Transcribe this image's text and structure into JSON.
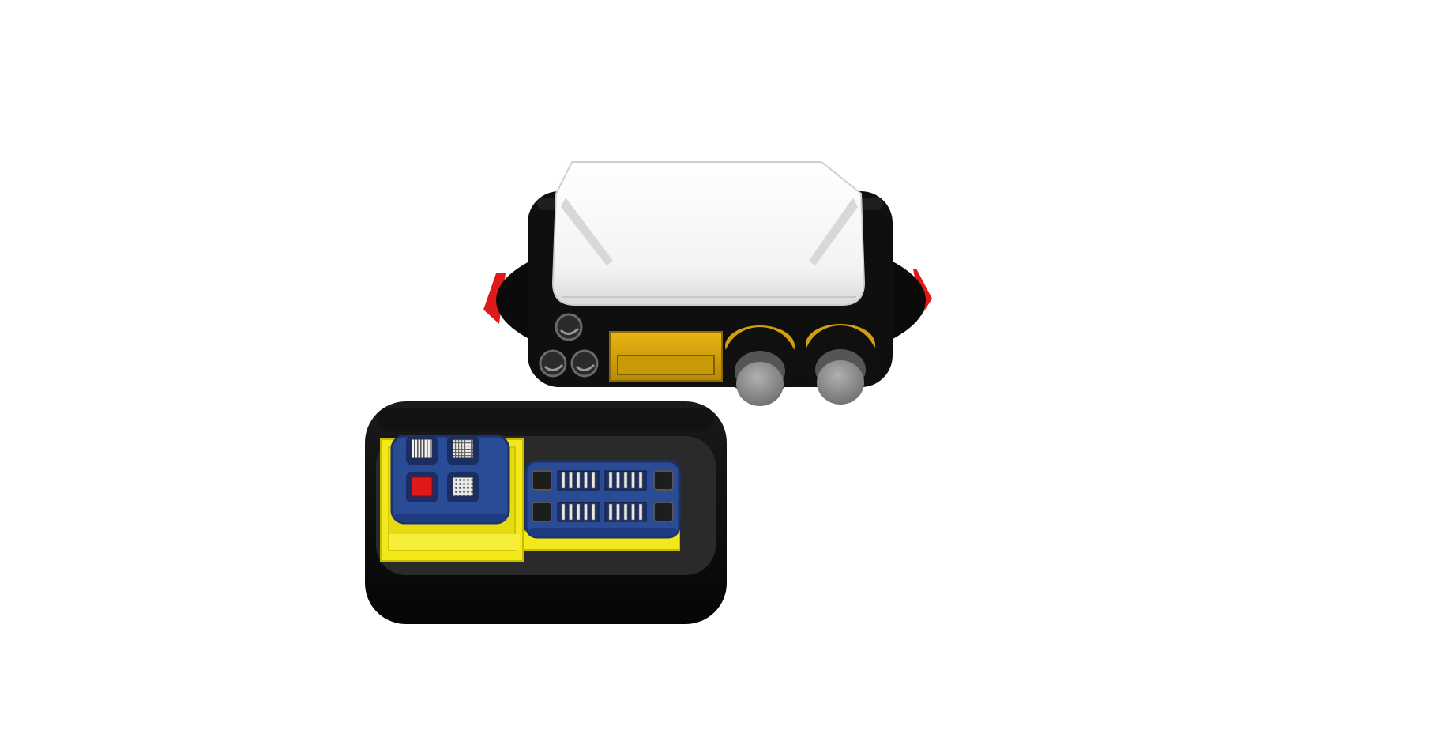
{
  "scene": {
    "description_kind": "3d-render",
    "background_color": "#ffffff",
    "colors": {
      "housing_black": "#0e0e0e",
      "housing_dark": "#262626",
      "dome_white": "#f6f6f6",
      "accent_red": "#e01a1a",
      "accent_yellow": "#f2e81a",
      "gold_window": "#d9a60a",
      "board_blue": "#2a4b96",
      "knob_gray": "#8f8f8f"
    },
    "upper_device": {
      "parts": [
        "white-dome",
        "red-side-tab-left",
        "red-side-tab-right",
        "small-ports",
        "gold-window",
        "knob-left",
        "knob-right"
      ]
    },
    "lower_tray": {
      "left_board": {
        "key_count": 4,
        "red_key_index": 2
      },
      "right_board": {
        "connector_rows": 2,
        "connector_groups_per_row": 2,
        "pins_per_group": 5,
        "corner_pads": 4
      }
    }
  }
}
